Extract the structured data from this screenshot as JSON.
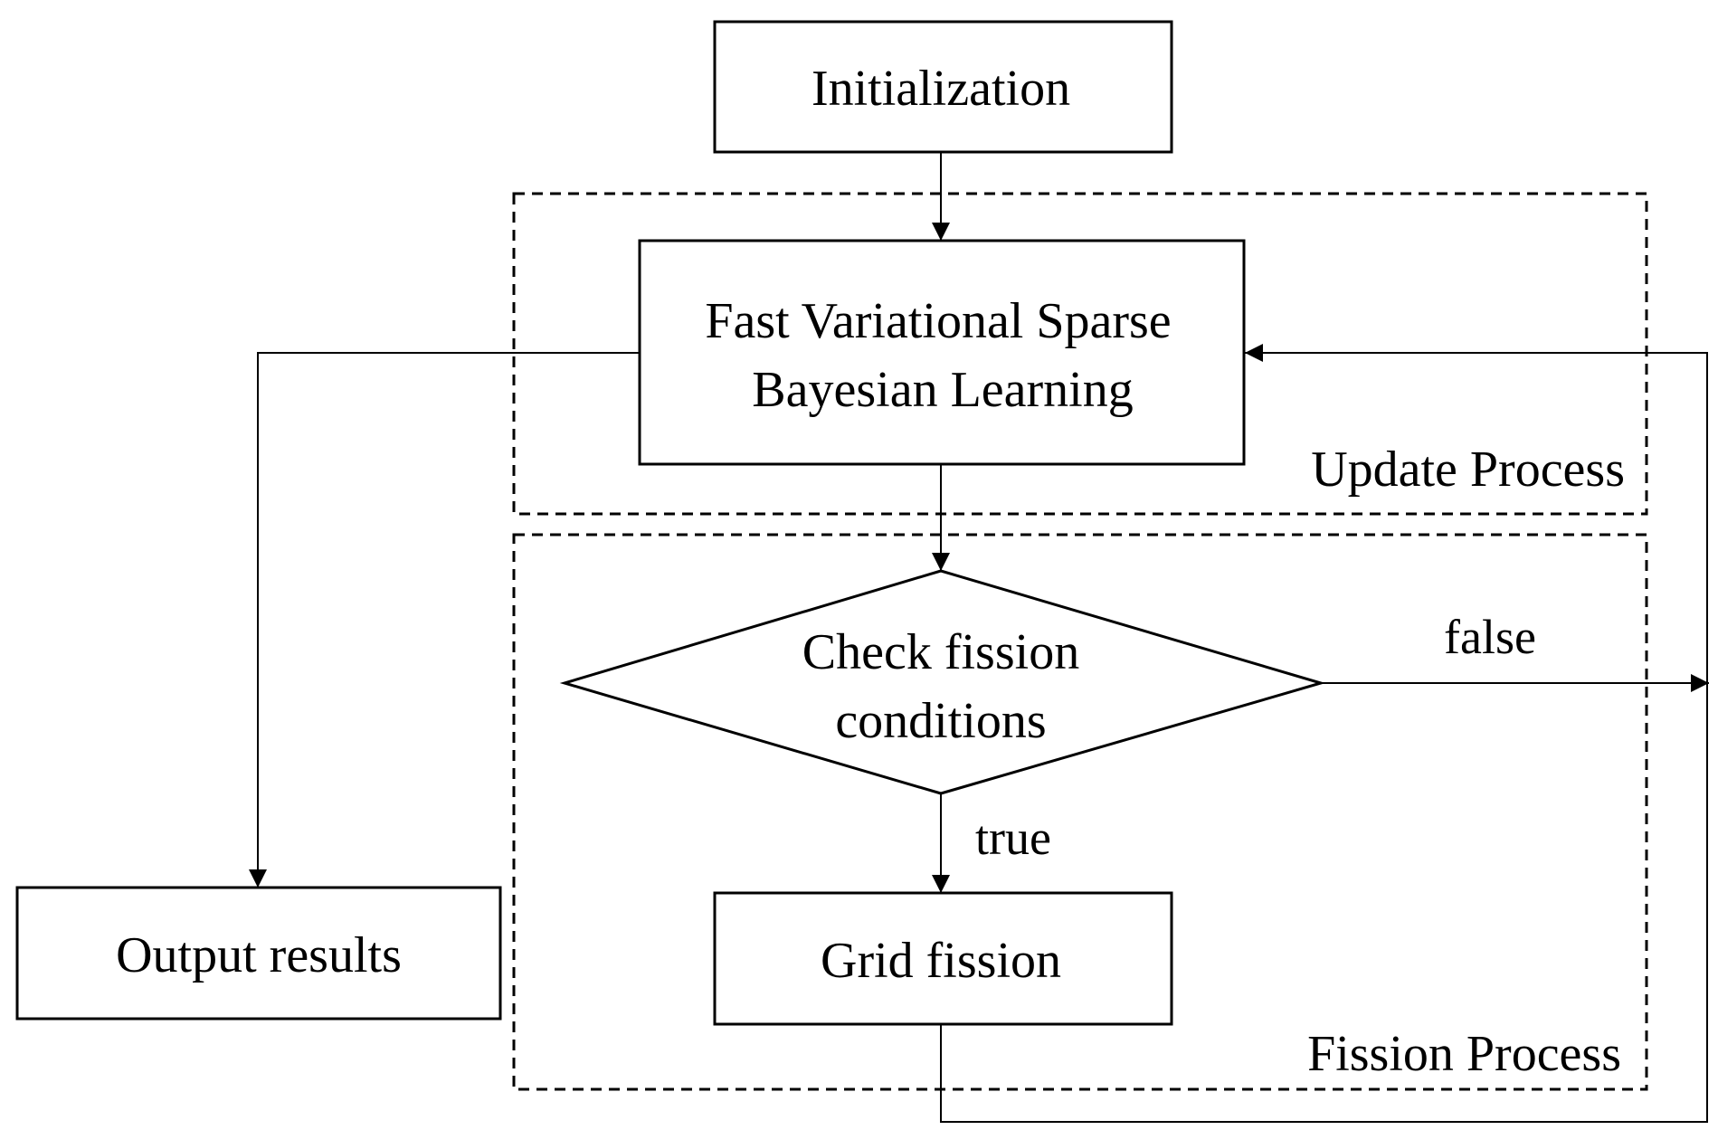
{
  "nodes": {
    "initialization": "Initialization",
    "fvsbl_line1": "Fast Variational Sparse",
    "fvsbl_line2": "Bayesian Learning",
    "check_line1": "Check fission",
    "check_line2": "conditions",
    "grid_fission": "Grid fission",
    "output_results": "Output results"
  },
  "groups": {
    "update_process": "Update Process",
    "fission_process": "Fission Process"
  },
  "edges": {
    "false_label": "false",
    "true_label": "true"
  }
}
